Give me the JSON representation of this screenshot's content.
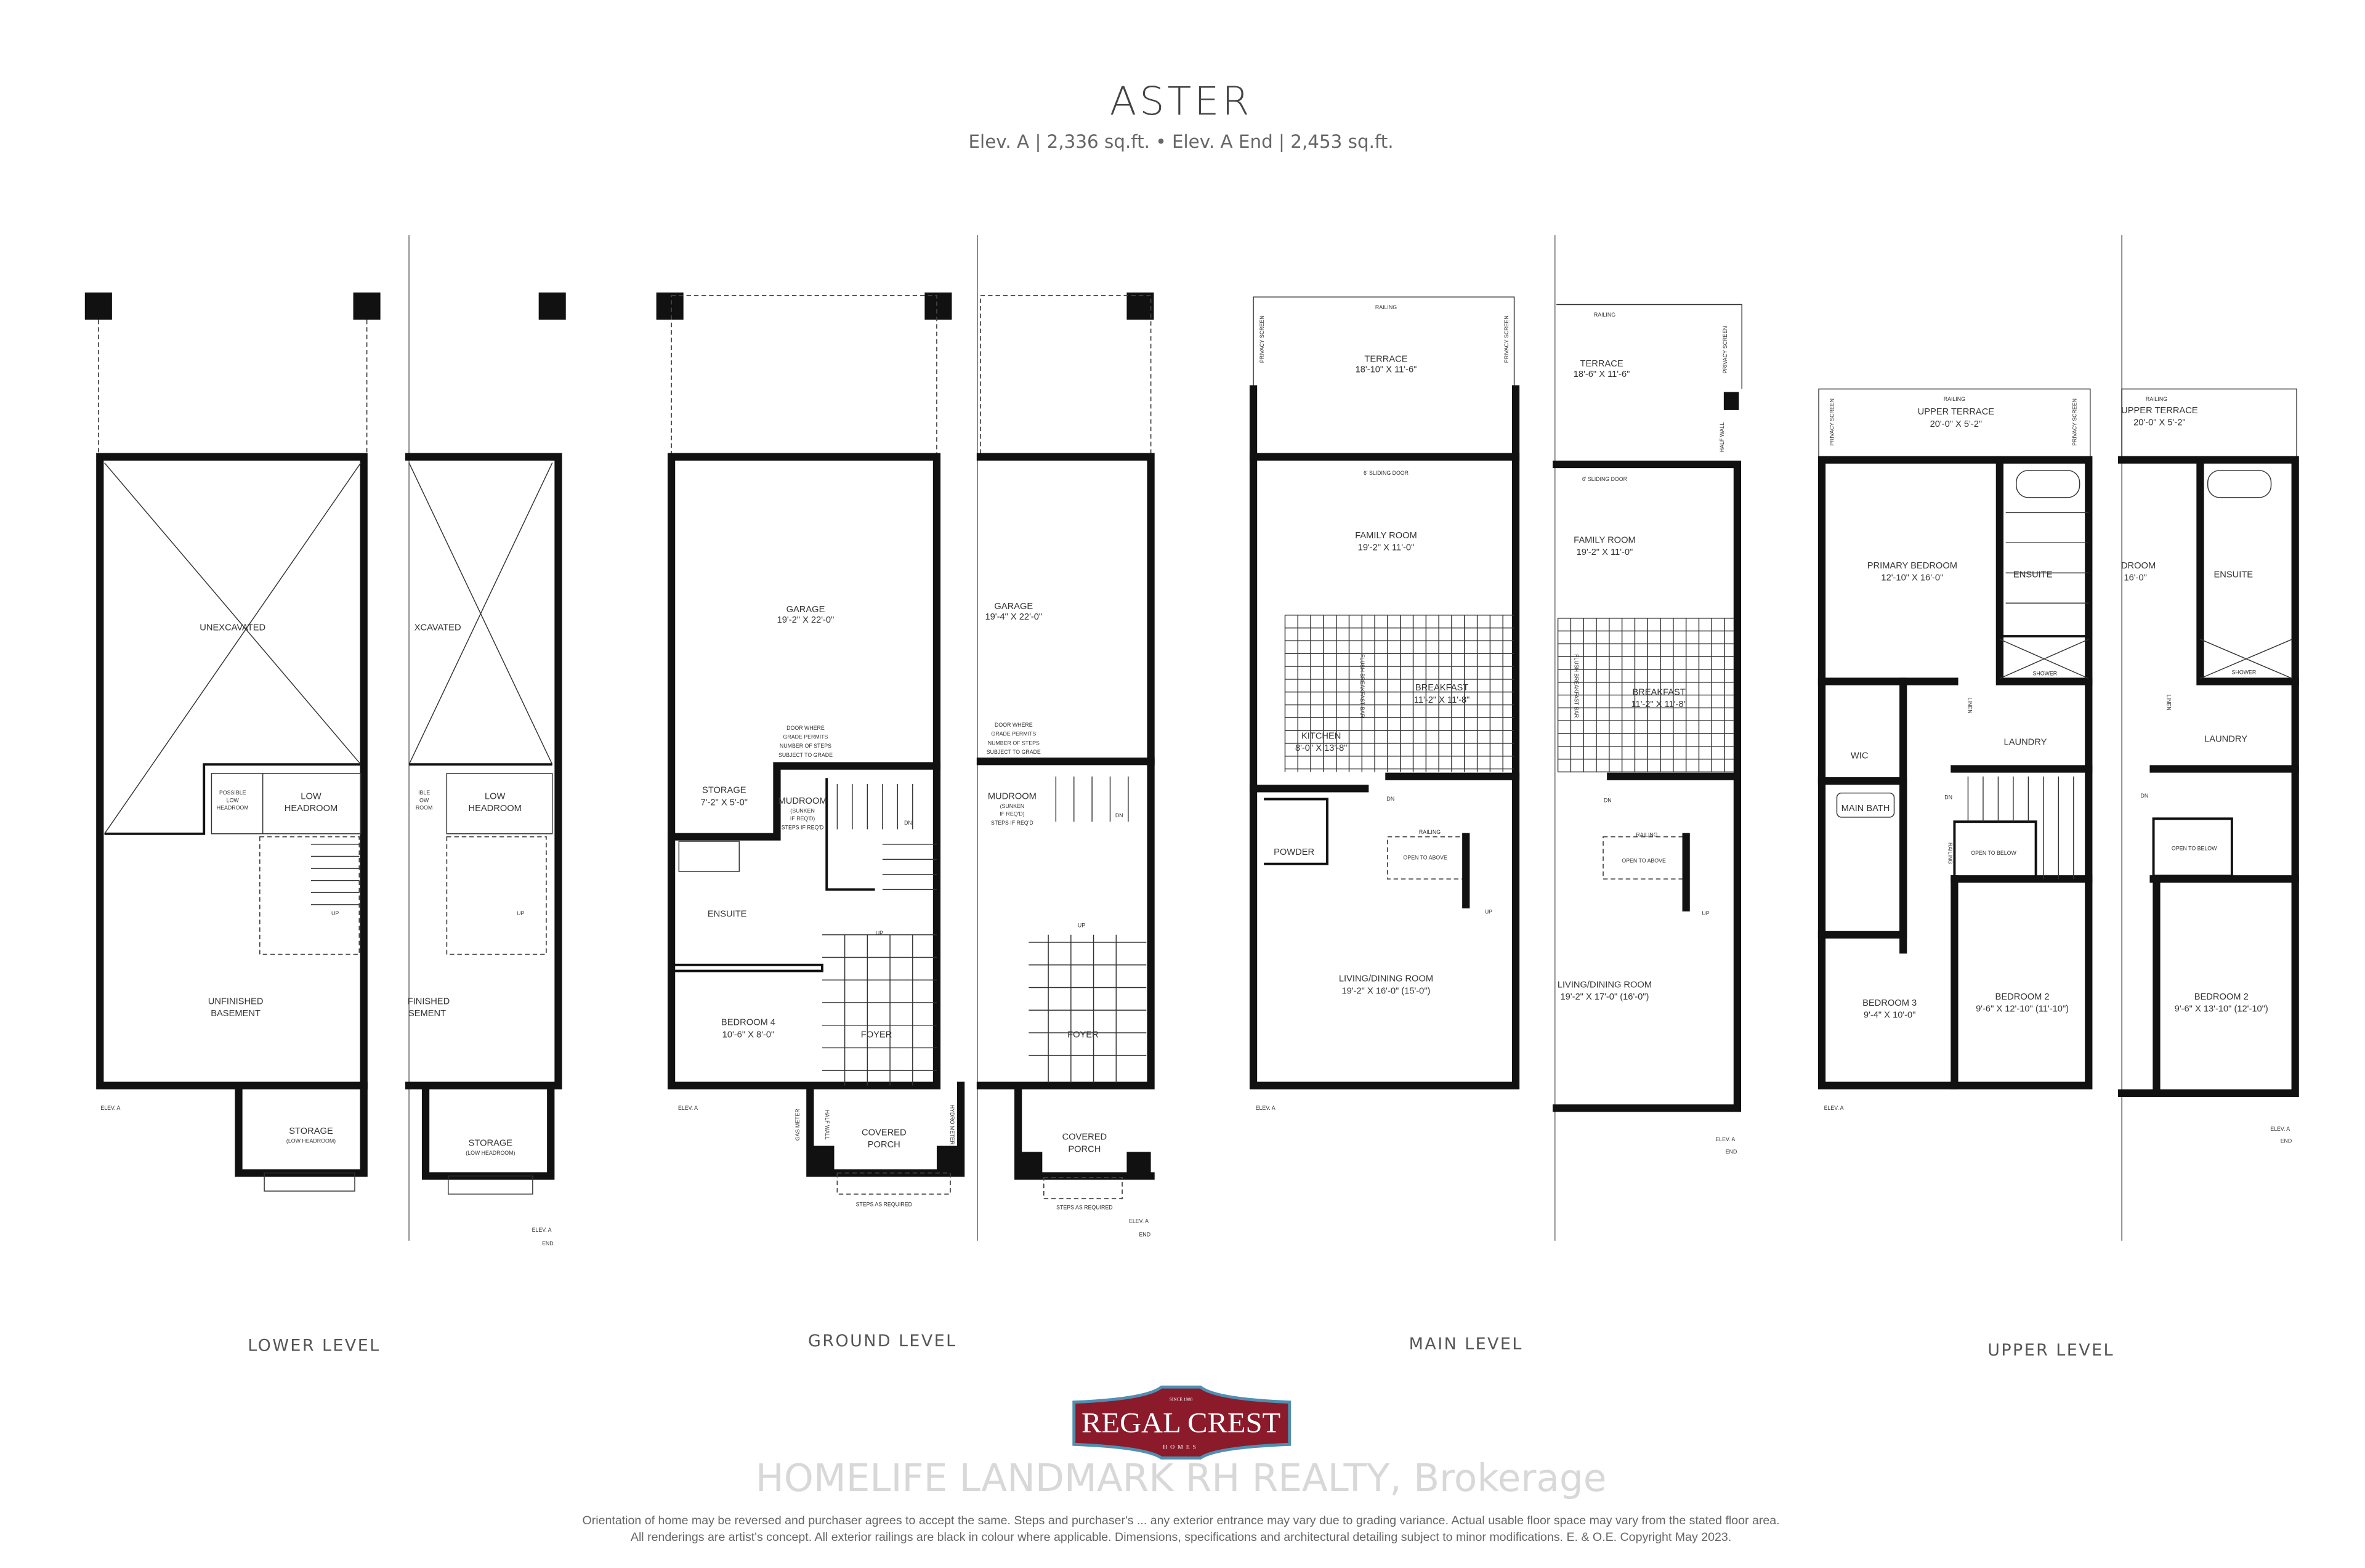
{
  "header": {
    "title": "ASTER",
    "subtitle": "Elev. A  |  2,336 sq.ft. • Elev. A End  |  2,453 sq.ft."
  },
  "levels": {
    "lower": "LOWER LEVEL",
    "ground": "GROUND LEVEL",
    "main": "MAIN LEVEL",
    "upper": "UPPER LEVEL"
  },
  "elev_a": "ELEV. A",
  "elev_a_end": [
    "ELEV. A",
    "END"
  ],
  "lower_a": {
    "unexcavated": "UNEXCAVATED",
    "possible_low_headroom": [
      "POSSIBLE",
      "LOW",
      "HEADROOM"
    ],
    "low_headroom": [
      "LOW",
      "HEADROOM"
    ],
    "up": "UP",
    "basement": [
      "UNFINISHED",
      "BASEMENT"
    ],
    "storage": [
      "STORAGE",
      "(LOW HEADROOM)"
    ]
  },
  "lower_end": {
    "unexcavated": "XCAVATED",
    "possible_low_headroom": [
      "IBLE",
      "OW",
      "ROOM"
    ],
    "low_headroom": [
      "LOW",
      "HEADROOM"
    ],
    "up": "UP",
    "basement": [
      "FINISHED",
      "SEMENT"
    ],
    "storage": [
      "STORAGE",
      "(LOW HEADROOM)"
    ]
  },
  "ground_a": {
    "garage": [
      "GARAGE",
      "19'-2\" X 22'-0\""
    ],
    "door_note": [
      "DOOR WHERE",
      "GRADE PERMITS",
      "NUMBER OF STEPS",
      "SUBJECT TO GRADE"
    ],
    "storage": [
      "STORAGE",
      "7'-2\" X 5'-0\""
    ],
    "mudroom": [
      "MUDROOM",
      "(SUNKEN",
      "IF REQ'D)",
      "STEPS IF REQ'D"
    ],
    "ensuite": "ENSUITE",
    "bedroom4": [
      "BEDROOM 4",
      "10'-6\" X 8'-0\""
    ],
    "foyer": "FOYER",
    "porch": [
      "COVERED",
      "PORCH"
    ],
    "steps": "STEPS AS REQUIRED",
    "dn": "DN",
    "up": "UP",
    "gas_meter": "GAS METER",
    "half_wall": "HALF WALL",
    "hydro_meter": "HYDRO METER"
  },
  "ground_end": {
    "garage": [
      "GARAGE",
      "19'-4\" X 22'-0\""
    ],
    "door_note": [
      "DOOR WHERE",
      "GRADE PERMITS",
      "NUMBER OF STEPS",
      "SUBJECT TO GRADE"
    ],
    "mudroom": [
      "MUDROOM",
      "(SUNKEN",
      "IF REQ'D)",
      "STEPS IF REQ'D"
    ],
    "foyer": "FOYER",
    "porch": [
      "COVERED",
      "PORCH"
    ],
    "steps": "STEPS AS REQUIRED",
    "dn": "DN",
    "up": "UP"
  },
  "main_a": {
    "railing": "RAILING",
    "privacy_screen": "PRIVACY SCREEN",
    "terrace": [
      "TERRACE",
      "18'-10\" X 11'-6\""
    ],
    "sliding_door": "6' SLIDING DOOR",
    "family": [
      "FAMILY ROOM",
      "19'-2\" X 11'-0\""
    ],
    "breakfast": [
      "BREAKFAST",
      "11'-2\" X 11'-8\""
    ],
    "breakfast_bar": "FLUSH BREAKFAST BAR",
    "kitchen": [
      "KITCHEN",
      "8'-0\" X 13'-8\""
    ],
    "powder": "POWDER",
    "open_above": "OPEN TO ABOVE",
    "dn": "DN",
    "up": "UP",
    "living": [
      "LIVING/DINING ROOM",
      "19'-2\" X 16'-0\" (15'-0\")"
    ]
  },
  "main_end": {
    "railing": "RAILING",
    "privacy_screen": "PRIVACY SCREEN",
    "half_wall": "HALF WALL",
    "terrace": [
      "TERRACE",
      "18'-6\" X 11'-6\""
    ],
    "sliding_door": "6' SLIDING DOOR",
    "family": [
      "FAMILY ROOM",
      "19'-2\" X 11'-0\""
    ],
    "breakfast": [
      "BREAKFAST",
      "11'-2\" X 11'-8\""
    ],
    "breakfast_bar": "FLUSH BREAKFAST BAR",
    "open_above": "OPEN TO ABOVE",
    "dn": "DN",
    "up": "UP",
    "living": [
      "LIVING/DINING ROOM",
      "19'-2\" X 17'-0\" (16'-0\")"
    ]
  },
  "upper_a": {
    "railing": "RAILING",
    "privacy_screen": "PRIVACY SCREEN",
    "terrace": [
      "UPPER TERRACE",
      "20'-0\" X 5'-2\""
    ],
    "primary": [
      "PRIMARY BEDROOM",
      "12'-10\" X 16'-0\""
    ],
    "ensuite": "ENSUITE",
    "shower": "SHOWER",
    "linen": "LINEN",
    "laundry": "LAUNDRY",
    "wic": "WIC",
    "main_bath": "MAIN BATH",
    "open_below": "OPEN TO BELOW",
    "dn": "DN",
    "bedroom3": [
      "BEDROOM 3",
      "9'-4\" X 10'-0\""
    ],
    "bedroom2": [
      "BEDROOM 2",
      "9'-6\" X 12'-10\" (11'-10\")"
    ]
  },
  "upper_end": {
    "railing": "RAILING",
    "terrace": [
      "UPPER TERRACE",
      "20'-0\" X 5'-2\""
    ],
    "primary": [
      "DROOM",
      "16'-0\""
    ],
    "ensuite": "ENSUITE",
    "shower": "SHOWER",
    "linen": "LINEN",
    "laundry": "LAUNDRY",
    "open_below": "OPEN TO BELOW",
    "dn": "DN",
    "bedroom2": [
      "BEDROOM 2",
      "9'-6\" X 13'-10\" (12'-10\")"
    ]
  },
  "logo": {
    "since": "SINCE 1988",
    "name": "REGAL CREST",
    "homes": "HOMES",
    "colors": {
      "fill": "#8b1a2b",
      "border": "#4f8fb0",
      "text": "#ffffff"
    }
  },
  "watermark": "HOMELIFE LANDMARK RH REALTY, Brokerage",
  "disclaimer": [
    "Orientation of home may be reversed and purchaser agrees to accept the same. Steps and purchaser's ... any exterior entrance may vary due to grading variance. Actual usable floor space may vary from the stated floor area.",
    "All renderings are artist's concept. All exterior railings are black in colour where applicable. Dimensions, specifications and architectural detailing subject to minor modifications. E. & O.E. Copyright May 2023."
  ]
}
